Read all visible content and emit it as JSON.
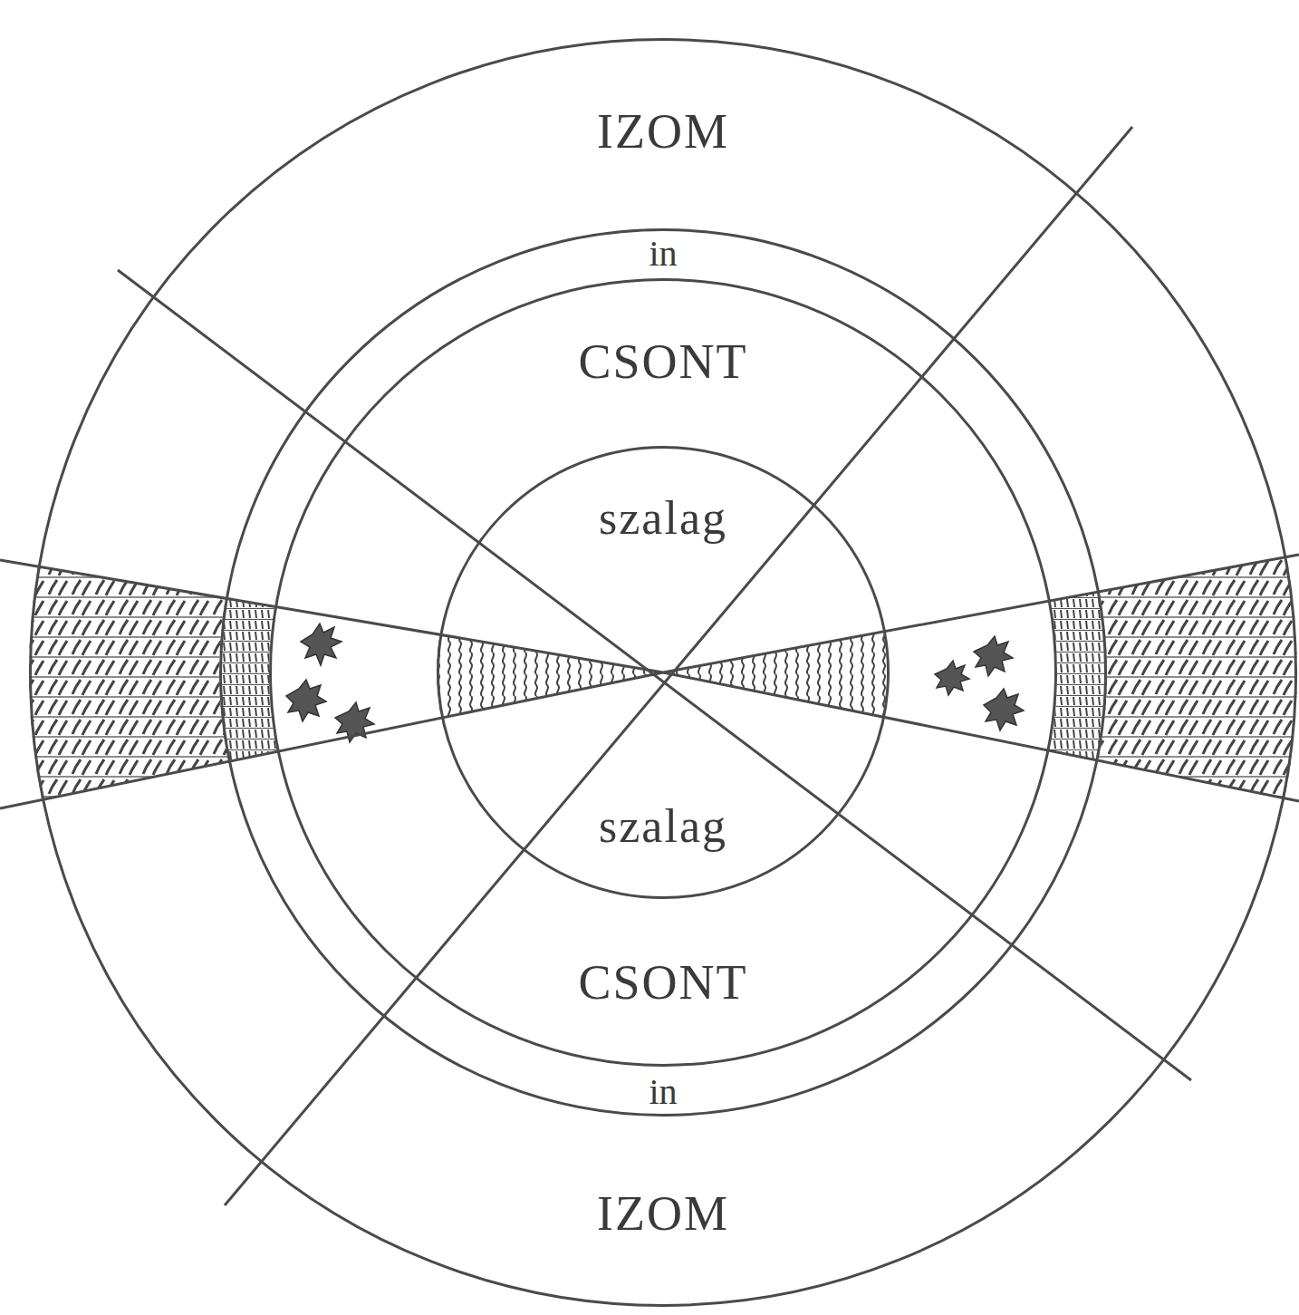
{
  "diagram": {
    "nodes": [
      {
        "text": [
          "IZOM",
          "IZOM"
        ]
      },
      {
        "text": [
          "in",
          "in"
        ],
        "in": 0
      },
      {
        "text": [
          "CSONT",
          "CSONT"
        ],
        "in": 1
      },
      {
        "text": [
          "szalag",
          "szalag"
        ],
        "in": 2
      }
    ]
  }
}
